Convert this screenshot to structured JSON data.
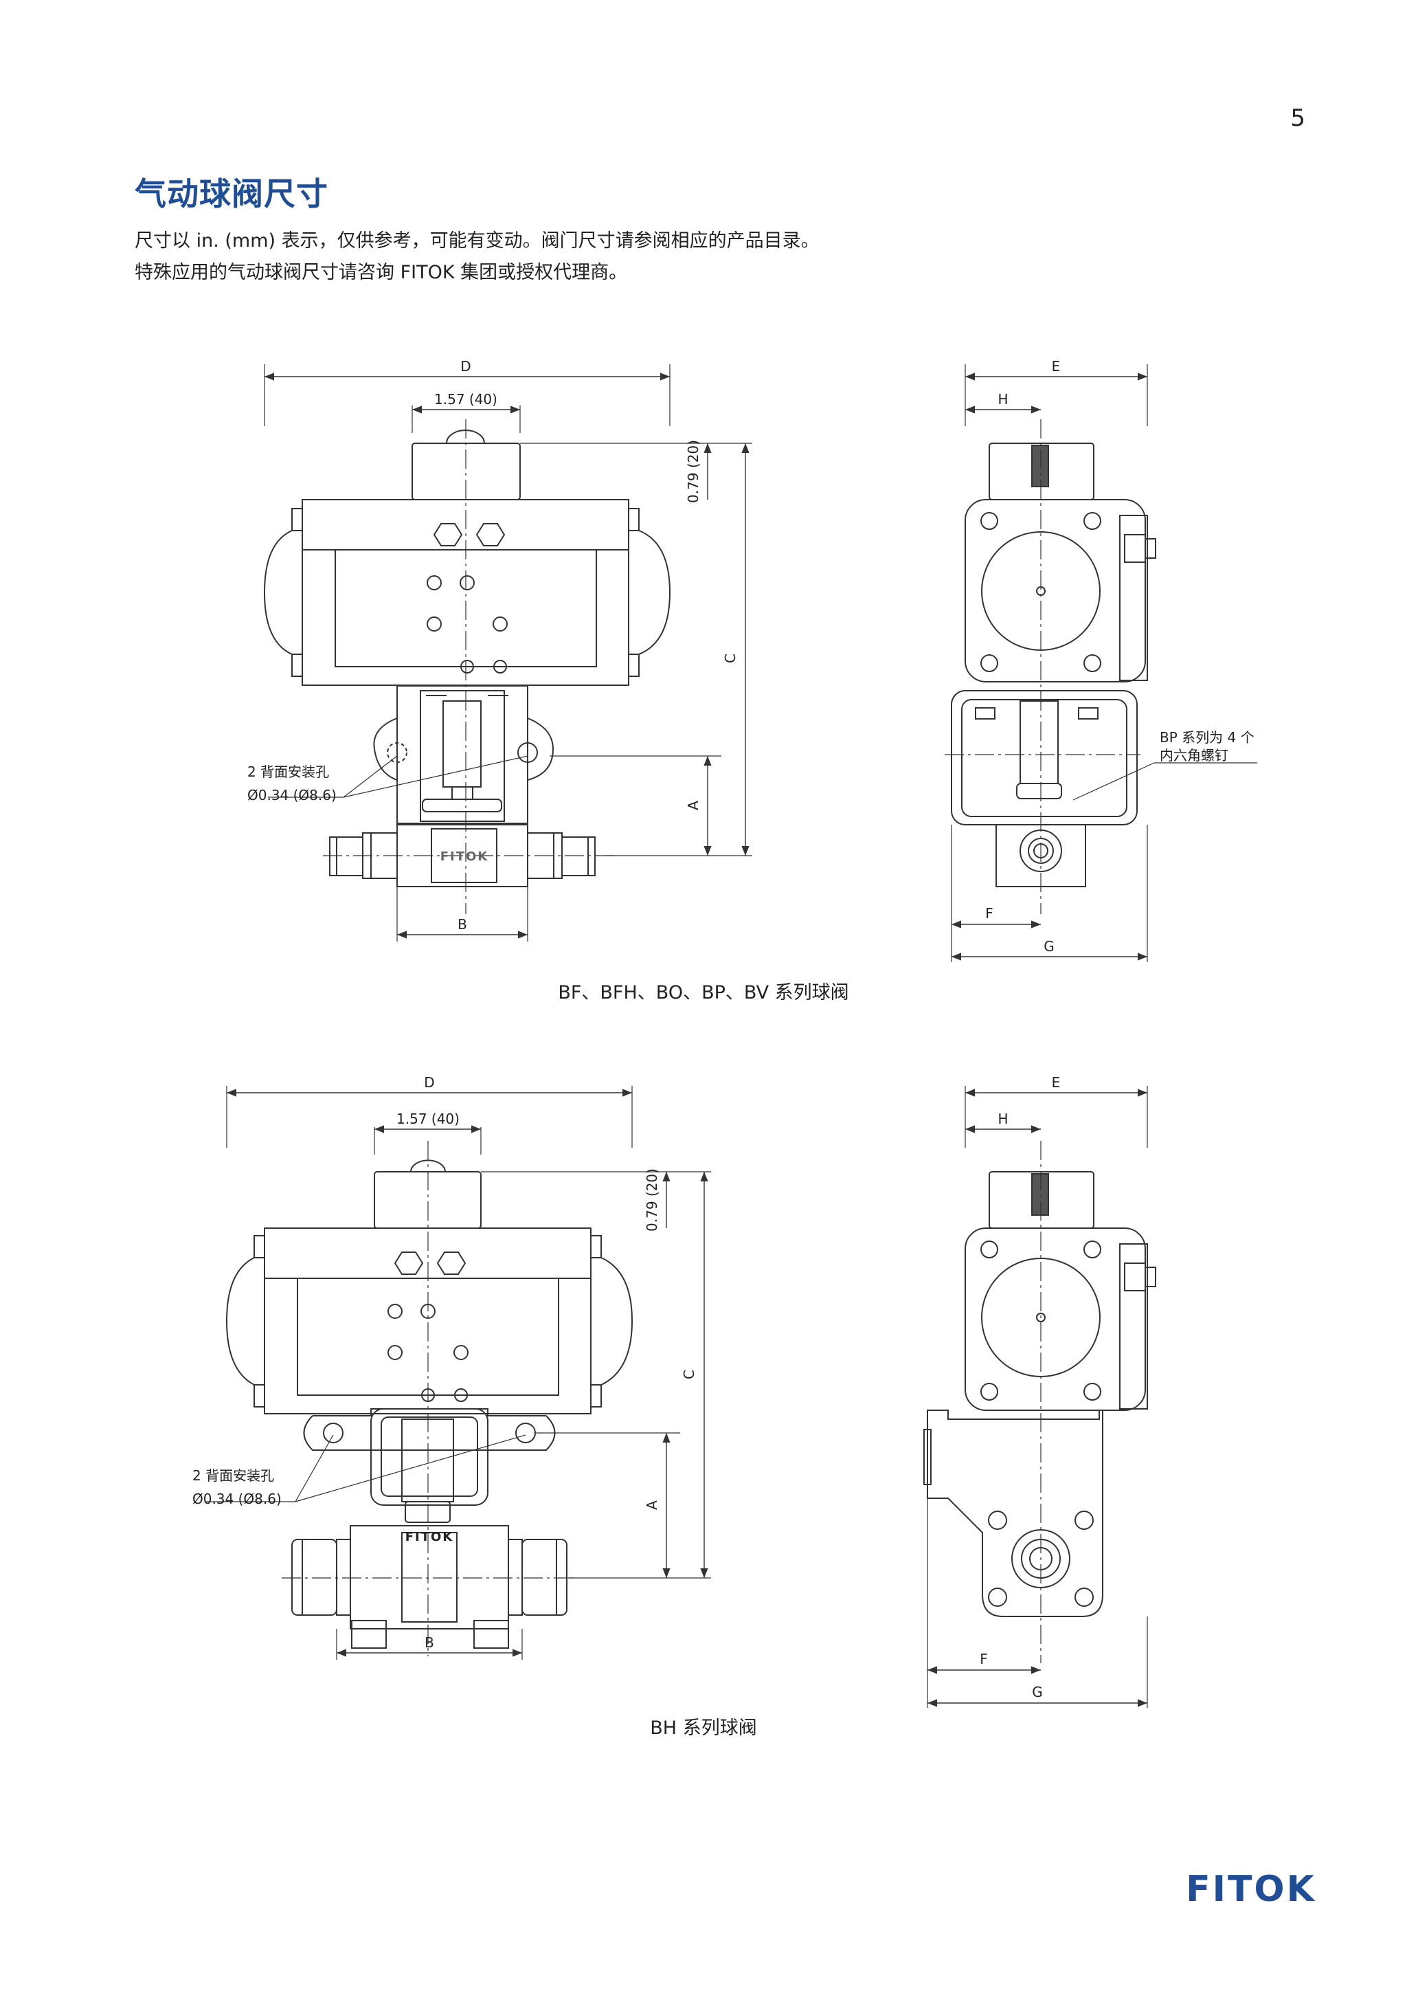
{
  "page": {
    "number": "5"
  },
  "header": {
    "title": "气动球阀尺寸"
  },
  "intro": {
    "line1": "尺寸以 in. (mm) 表示，仅供参考，可能有变动。阀门尺寸请参阅相应的产品目录。",
    "line2": "特殊应用的气动球阀尺寸请咨询 FITOK 集团或授权代理商。"
  },
  "figures": [
    {
      "caption": "BF、BFH、BO、BP、BV 系列球阀",
      "labels": {
        "D": "D",
        "dim_157": "1.57 (40)",
        "dim_079": "0.79 (20)",
        "C": "C",
        "A": "A",
        "B": "B",
        "E": "E",
        "H": "H",
        "F": "F",
        "G": "G",
        "valve_mark": "FITOK"
      },
      "holes_note": {
        "line1": "2 背面安装孔",
        "line2": "Ø0.34 (Ø8.6)"
      },
      "screw_note": {
        "line1": "BP 系列为 4 个",
        "line2": "内六角螺钉"
      }
    },
    {
      "caption": "BH 系列球阀",
      "labels": {
        "D": "D",
        "dim_157": "1.57 (40)",
        "dim_079": "0.79 (20)",
        "C": "C",
        "A": "A",
        "B": "B",
        "E": "E",
        "H": "H",
        "F": "F",
        "G": "G",
        "valve_mark": "FITOK"
      },
      "holes_note": {
        "line1": "2 背面安装孔",
        "line2": "Ø0.34 (Ø8.6)"
      }
    }
  ],
  "footer": {
    "logo_text": "FITOK"
  },
  "colors": {
    "title": "#1f4e96",
    "logo": "#1f4e96",
    "line": "#333333",
    "marker": "#555555"
  }
}
